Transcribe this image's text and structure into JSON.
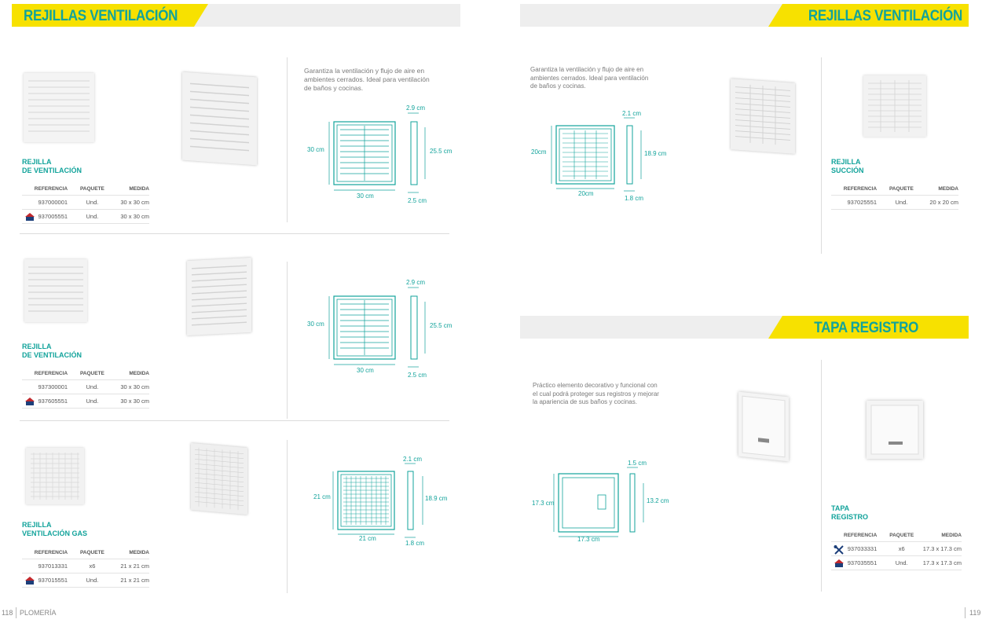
{
  "header_left": {
    "title": "REJILLAS VENTILACIÓN"
  },
  "header_right": {
    "title": "REJILLAS VENTILACIÓN"
  },
  "header_tapa": {
    "title": "TAPA REGISTRO"
  },
  "table_headers": {
    "ref": "REFERENCIA",
    "pkg": "PAQUETE",
    "size": "MEDIDA"
  },
  "products": [
    {
      "name_line1": "REJILLA",
      "name_line2": "DE VENTILACIÓN",
      "desc": [
        "Garantiza la ventilación y flujo de aire en",
        "ambientes cerrados. Ideal para ventilación",
        "de baños y cocinas."
      ],
      "dims": {
        "width": "30 cm",
        "height": "30 cm",
        "depth_top": "2.9 cm",
        "inner": "25.5 cm",
        "depth_bottom": "2.5 cm"
      },
      "rows": [
        {
          "ref": "937000001",
          "pkg": "Und.",
          "size": "30 x 30 cm",
          "icon": ""
        },
        {
          "ref": "937005551",
          "pkg": "Und.",
          "size": "30 x 30 cm",
          "icon": "store-icon"
        }
      ]
    },
    {
      "name_line1": "REJILLA",
      "name_line2": "DE VENTILACIÓN",
      "dims": {
        "width": "30 cm",
        "height": "30 cm",
        "depth_top": "2.9 cm",
        "inner": "25.5 cm",
        "depth_bottom": "2.5 cm"
      },
      "rows": [
        {
          "ref": "937300001",
          "pkg": "Und.",
          "size": "30 x 30 cm",
          "icon": ""
        },
        {
          "ref": "937605551",
          "pkg": "Und.",
          "size": "30 x 30 cm",
          "icon": "store-icon"
        }
      ]
    },
    {
      "name_line1": "REJILLA",
      "name_line2": "VENTILACIÓN GAS",
      "dims": {
        "width": "21 cm",
        "height": "21 cm",
        "depth_top": "2.1 cm",
        "inner": "18.9 cm",
        "depth_bottom": "1.8 cm"
      },
      "rows": [
        {
          "ref": "937013331",
          "pkg": "x6",
          "size": "21 x 21 cm",
          "icon": ""
        },
        {
          "ref": "937015551",
          "pkg": "Und.",
          "size": "21 x 21 cm",
          "icon": "store-icon"
        }
      ]
    },
    {
      "name_line1": "REJILLA",
      "name_line2": "SUCCIÓN",
      "desc": [
        "Garantiza la ventilación y flujo de aire en",
        "ambientes cerrados. Ideal para ventilación",
        "de baños y cocinas."
      ],
      "dims": {
        "width": "20cm",
        "height": "20cm",
        "depth_top": "2.1 cm",
        "inner": "18.9 cm",
        "depth_bottom": "1.8 cm"
      },
      "rows": [
        {
          "ref": "937025551",
          "pkg": "Und.",
          "size": "20 x 20 cm",
          "icon": ""
        }
      ]
    },
    {
      "name_line1": "TAPA",
      "name_line2": "REGISTRO",
      "desc": [
        "Práctico elemento decorativo y funcional con",
        "el cual podrá proteger sus registros y mejorar",
        "la apariencia de sus baños y cocinas."
      ],
      "dims": {
        "width": "17.3 cm",
        "height": "17.3 cm",
        "depth_top": "1.5 cm",
        "inner": "13.2 cm"
      },
      "rows": [
        {
          "ref": "937033331",
          "pkg": "x6",
          "size": "17.3 x 17.3 cm",
          "icon": "tools-icon"
        },
        {
          "ref": "937035551",
          "pkg": "Und.",
          "size": "17.3 x 17.3 cm",
          "icon": "store-icon"
        }
      ]
    }
  ],
  "footer": {
    "page_left": "118",
    "section": "PLOMERÍA",
    "page_right": "119"
  },
  "colors": {
    "accent": "#12a39b",
    "yellow": "#f7e100",
    "banner_gray": "#eeeeee"
  }
}
